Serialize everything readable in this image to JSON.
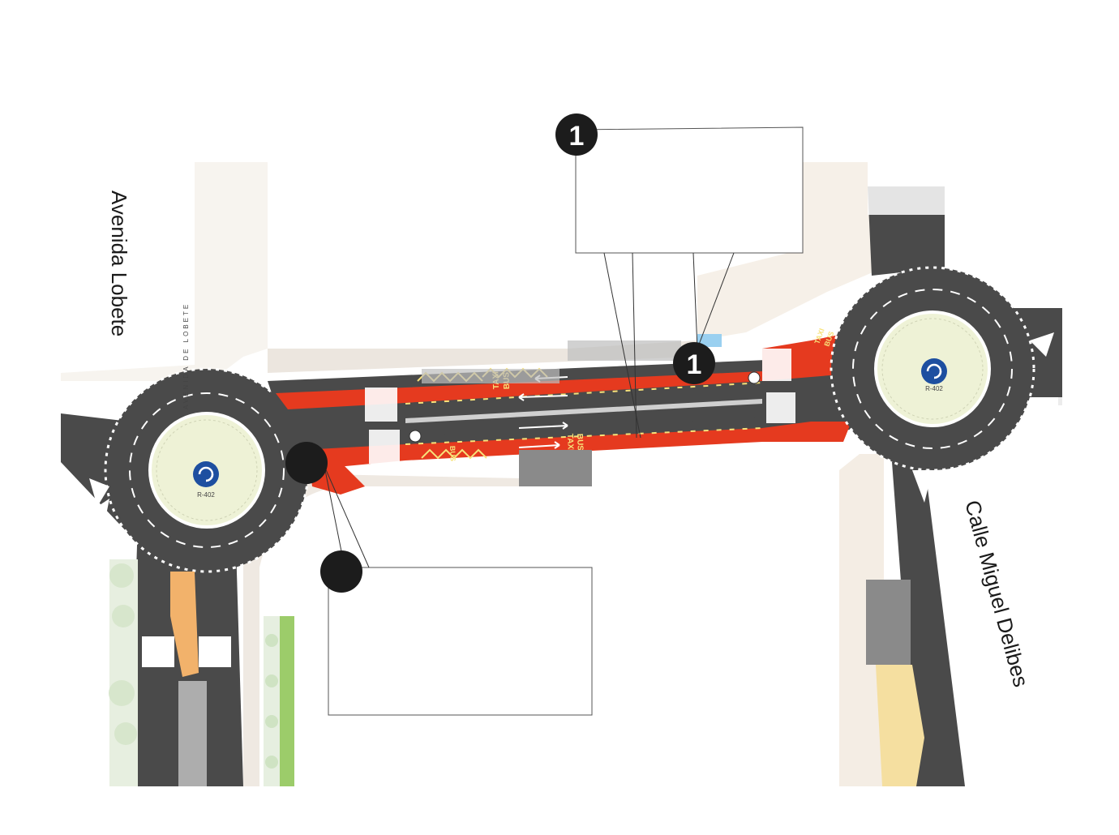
{
  "streets": {
    "avenida_lobete": "Avenida Lobete",
    "avenida_de_lobete": "AVENIDA DE LOBETE",
    "calle_miguel_delibes": "Calle Miguel Delibes"
  },
  "roundabout_labels": {
    "west": "R-402",
    "east": "R-402"
  },
  "lane_markings": {
    "taxi": "TAXI",
    "bus": "BUS"
  },
  "callouts": {
    "top_marker": "1",
    "middle_marker": "1",
    "bottom_marker": ""
  },
  "colors": {
    "asphalt": "#4a4a4a",
    "bus_lane": "#e53a1f",
    "island": "#eef2d6",
    "sign_blue": "#1d4fa0",
    "marker": "#1c1c1c",
    "sidewalk": "#f3ece3",
    "green_strip": "#9ccc6a",
    "orange_area": "#f2b26b",
    "sand_area": "#f5dfa0"
  }
}
